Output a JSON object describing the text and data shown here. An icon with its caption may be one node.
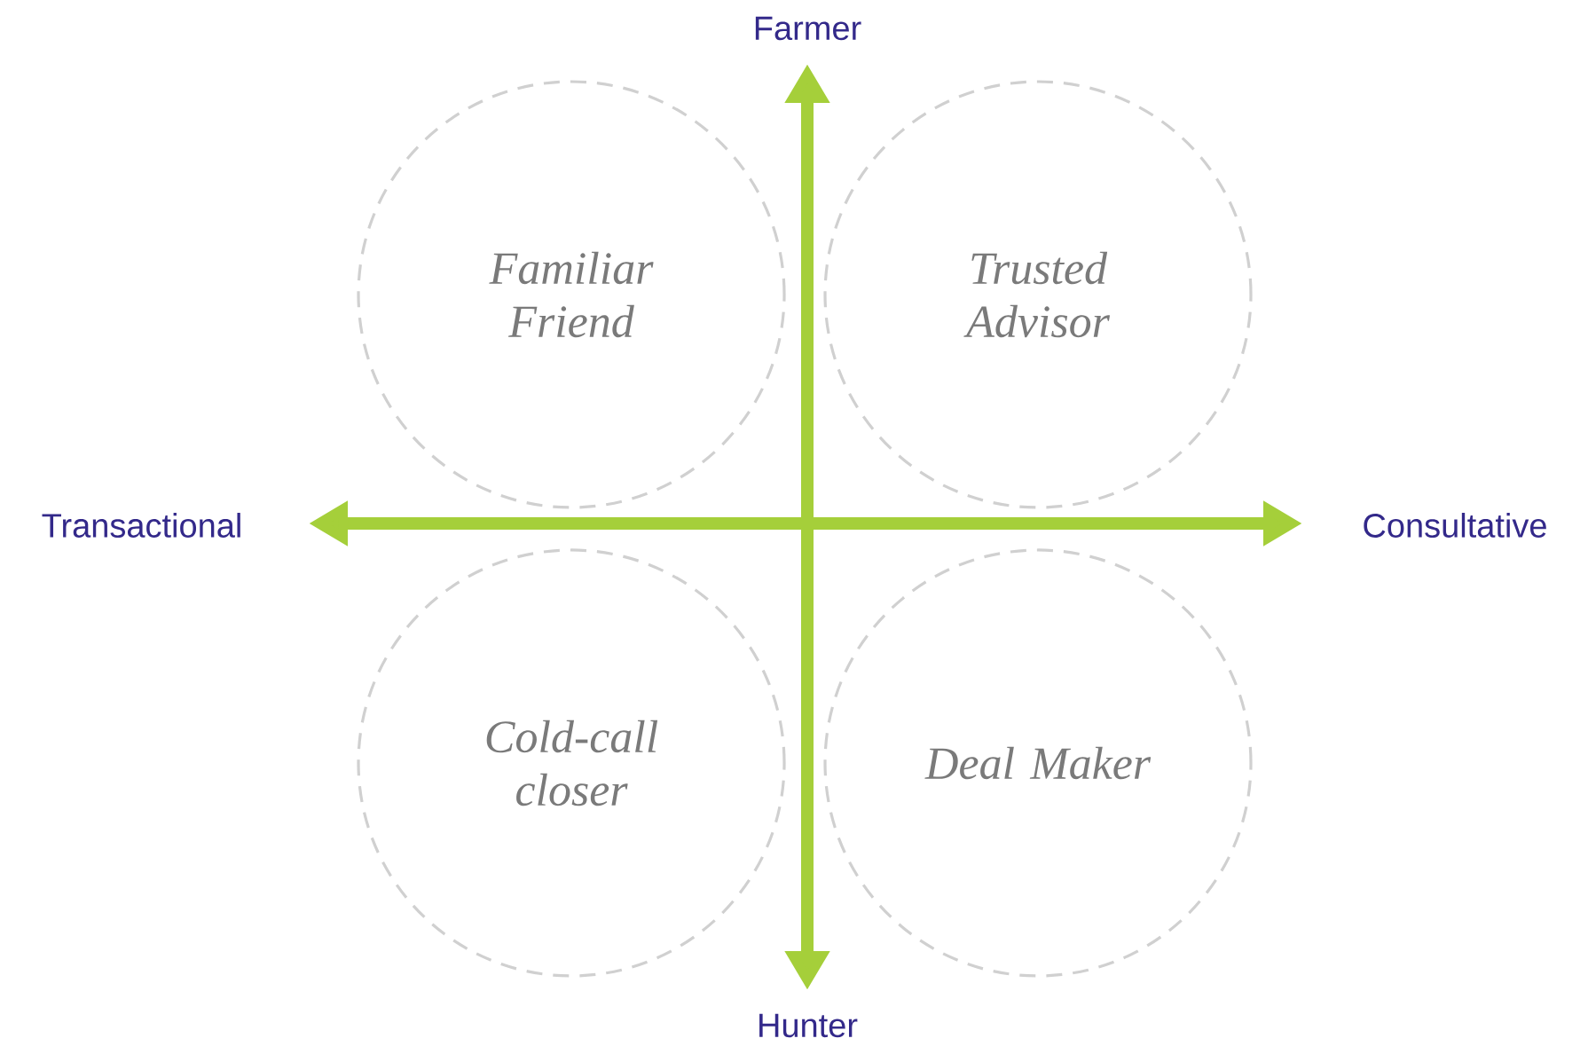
{
  "diagram": {
    "nodes": [
      {
        "text": [
          "Familiar Friend"
        ]
      },
      {
        "text": [
          "Trusted Advisor"
        ]
      },
      {
        "text": [
          "Cold-call closer"
        ]
      },
      {
        "text": [
          "Deal Maker"
        ]
      }
    ],
    "labels": [
      "Farmer",
      "Transactional",
      "Consultative",
      "Hunter"
    ]
  }
}
